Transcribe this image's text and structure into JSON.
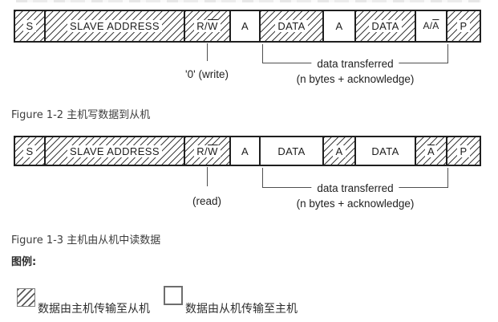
{
  "colors": {
    "box_border": "#1f1f1f",
    "hatch_line": "#3f3f3f",
    "label_text": "#1c1c1c",
    "caption_text": "#3d3d3d",
    "annotation_line": "#4f4f4f"
  },
  "figure_write": {
    "segments": [
      {
        "pre": "S",
        "over": "",
        "hatched": true
      },
      {
        "pre": "SLAVE ADDRESS",
        "over": "",
        "hatched": true
      },
      {
        "pre": "R/",
        "over": "W",
        "hatched": true
      },
      {
        "pre": "A",
        "over": "",
        "hatched": false
      },
      {
        "pre": "DATA",
        "over": "",
        "hatched": true
      },
      {
        "pre": "A",
        "over": "",
        "hatched": false
      },
      {
        "pre": "DATA",
        "over": "",
        "hatched": true
      },
      {
        "pre": "A/",
        "over": "A",
        "hatched": false
      },
      {
        "pre": "P",
        "over": "",
        "hatched": true
      }
    ],
    "pointer_label": "'0' (write)",
    "bracket_line1": "data transferred",
    "bracket_line2": "(n bytes + acknowledge)",
    "caption": "Figure 1-2 主机写数据到从机"
  },
  "figure_read": {
    "segments": [
      {
        "pre": "S",
        "over": "",
        "hatched": true
      },
      {
        "pre": "SLAVE ADDRESS",
        "over": "",
        "hatched": true
      },
      {
        "pre": "R/",
        "over": "W",
        "hatched": true
      },
      {
        "pre": "A",
        "over": "",
        "hatched": false
      },
      {
        "pre": "DATA",
        "over": "",
        "hatched": false
      },
      {
        "pre": "A",
        "over": "",
        "hatched": true
      },
      {
        "pre": "DATA",
        "over": "",
        "hatched": false
      },
      {
        "pre": "",
        "over": "A",
        "hatched": true
      },
      {
        "pre": "P",
        "over": "",
        "hatched": true
      }
    ],
    "pointer_label": "(read)",
    "bracket_line1": "data transferred",
    "bracket_line2": "(n bytes + acknowledge)",
    "caption": "Figure 1-3 主机由从机中读数据"
  },
  "legend": {
    "heading": "图例:",
    "items": [
      {
        "swatch": "hatched",
        "label": "数据由主机传输至从机"
      },
      {
        "swatch": "plain",
        "label": "数据由从机传输至主机"
      }
    ]
  }
}
